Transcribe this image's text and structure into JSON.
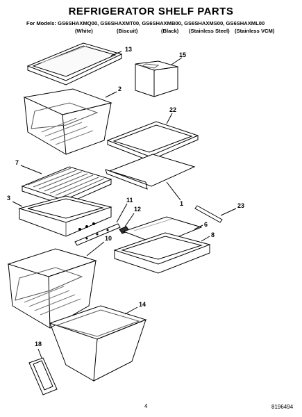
{
  "header": {
    "title": "REFRIGERATOR SHELF PARTS",
    "models_label": "For Models:",
    "models": [
      "GS6SHAXMQ00,",
      "GS6SHAXMT00,",
      "GS6SHAXMB00,",
      "GS6SHAXMS00,",
      "GS6SHAXML00"
    ],
    "colors": [
      "(White)",
      "(Biscuit)",
      "(Black)",
      "(Stainless Steel)",
      "(Stainless VCM)"
    ]
  },
  "callouts": [
    "13",
    "15",
    "2",
    "22",
    "7",
    "3",
    "1",
    "11",
    "12",
    "23",
    "6",
    "8",
    "10",
    "14",
    "18"
  ],
  "footer": {
    "page_number": "4",
    "document_number": "8196494"
  }
}
